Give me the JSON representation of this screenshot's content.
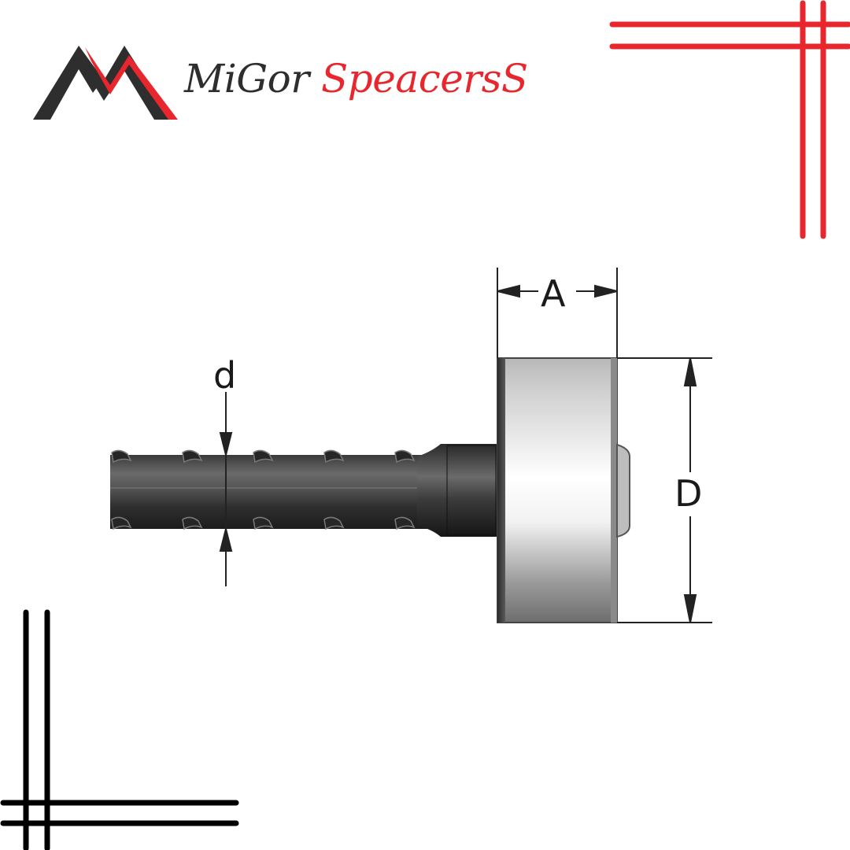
{
  "brand": {
    "name_part1": "MiGor",
    "name_part2": "SpeacersS",
    "color_dark": "#2e2e2e",
    "color_red": "#e8262d"
  },
  "diagram": {
    "label_width": "A",
    "label_bar_diameter": "d",
    "label_spacer_diameter": "D"
  },
  "decor": {
    "corner_top_right_color": "#e8262d",
    "corner_bottom_left_color": "#000000"
  }
}
